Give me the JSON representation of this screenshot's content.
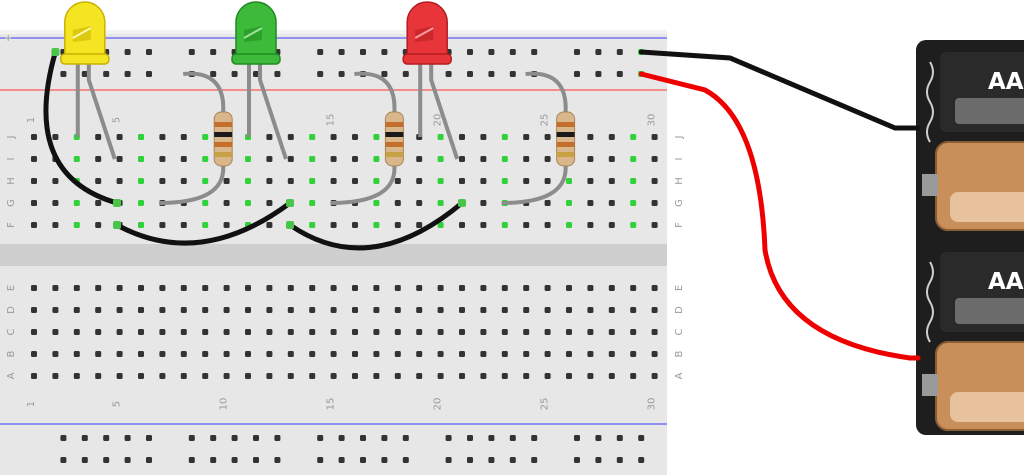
{
  "breadboard": {
    "column_numbers": [
      "1",
      "5",
      "10",
      "15",
      "20",
      "25",
      "30"
    ],
    "top_row_letters": [
      "J",
      "I",
      "H",
      "G",
      "F"
    ],
    "bottom_row_letters": [
      "E",
      "D",
      "C",
      "B",
      "A"
    ],
    "rail_marks": [
      "+",
      "+"
    ]
  },
  "leds": [
    {
      "color_name": "yellow",
      "body": "#f4e422",
      "dark": "#c9b200",
      "light": "#fff7a8"
    },
    {
      "color_name": "green",
      "body": "#3dba3a",
      "dark": "#1f8a1f",
      "light": "#9fe39d"
    },
    {
      "color_name": "red",
      "body": "#e8353a",
      "dark": "#b31d22",
      "light": "#ff9a9d"
    }
  ],
  "resistors": [
    {
      "bands": [
        "#c4702c",
        "#1a1a1a",
        "#c4702c",
        "#c8a046"
      ]
    },
    {
      "bands": [
        "#c4702c",
        "#1a1a1a",
        "#c4702c",
        "#c8a046"
      ]
    },
    {
      "bands": [
        "#c4702c",
        "#1a1a1a",
        "#c4702c",
        "#c8a046"
      ]
    }
  ],
  "battery_pack": {
    "cells": [
      {
        "label": "AA"
      },
      {
        "label": "AA"
      }
    ]
  },
  "wires": {
    "ground_color": "#111111",
    "power_color": "#ee0000"
  },
  "colors": {
    "board": "#e7e7e7",
    "hole": "#333333",
    "hole_active": "#2fd23a",
    "rail_blue": "#3a3aff",
    "rail_red": "#ff3030",
    "lead": "#8c8c8c",
    "battery_case": "#1e1e1e",
    "battery_copper": "#c98f5a"
  }
}
